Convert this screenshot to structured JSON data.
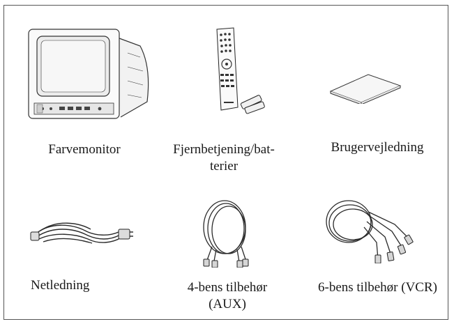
{
  "items": [
    {
      "image": "crt-color-monitor",
      "label_lines": [
        "Farvemonitor"
      ]
    },
    {
      "image": "remote-control-with-batteries",
      "label_lines": [
        "Fjernbetjening/bat-",
        "terier"
      ]
    },
    {
      "image": "user-manual-booklet",
      "label_lines": [
        "Brugervejledning"
      ]
    },
    {
      "image": "power-cord",
      "label_lines": [
        "Netledning"
      ]
    },
    {
      "image": "4-pin-cable",
      "label_lines": [
        "4-bens tilbehør",
        "(AUX)"
      ]
    },
    {
      "image": "6-pin-cable",
      "label_lines": [
        "6-bens tilbehør (VCR)"
      ]
    }
  ]
}
